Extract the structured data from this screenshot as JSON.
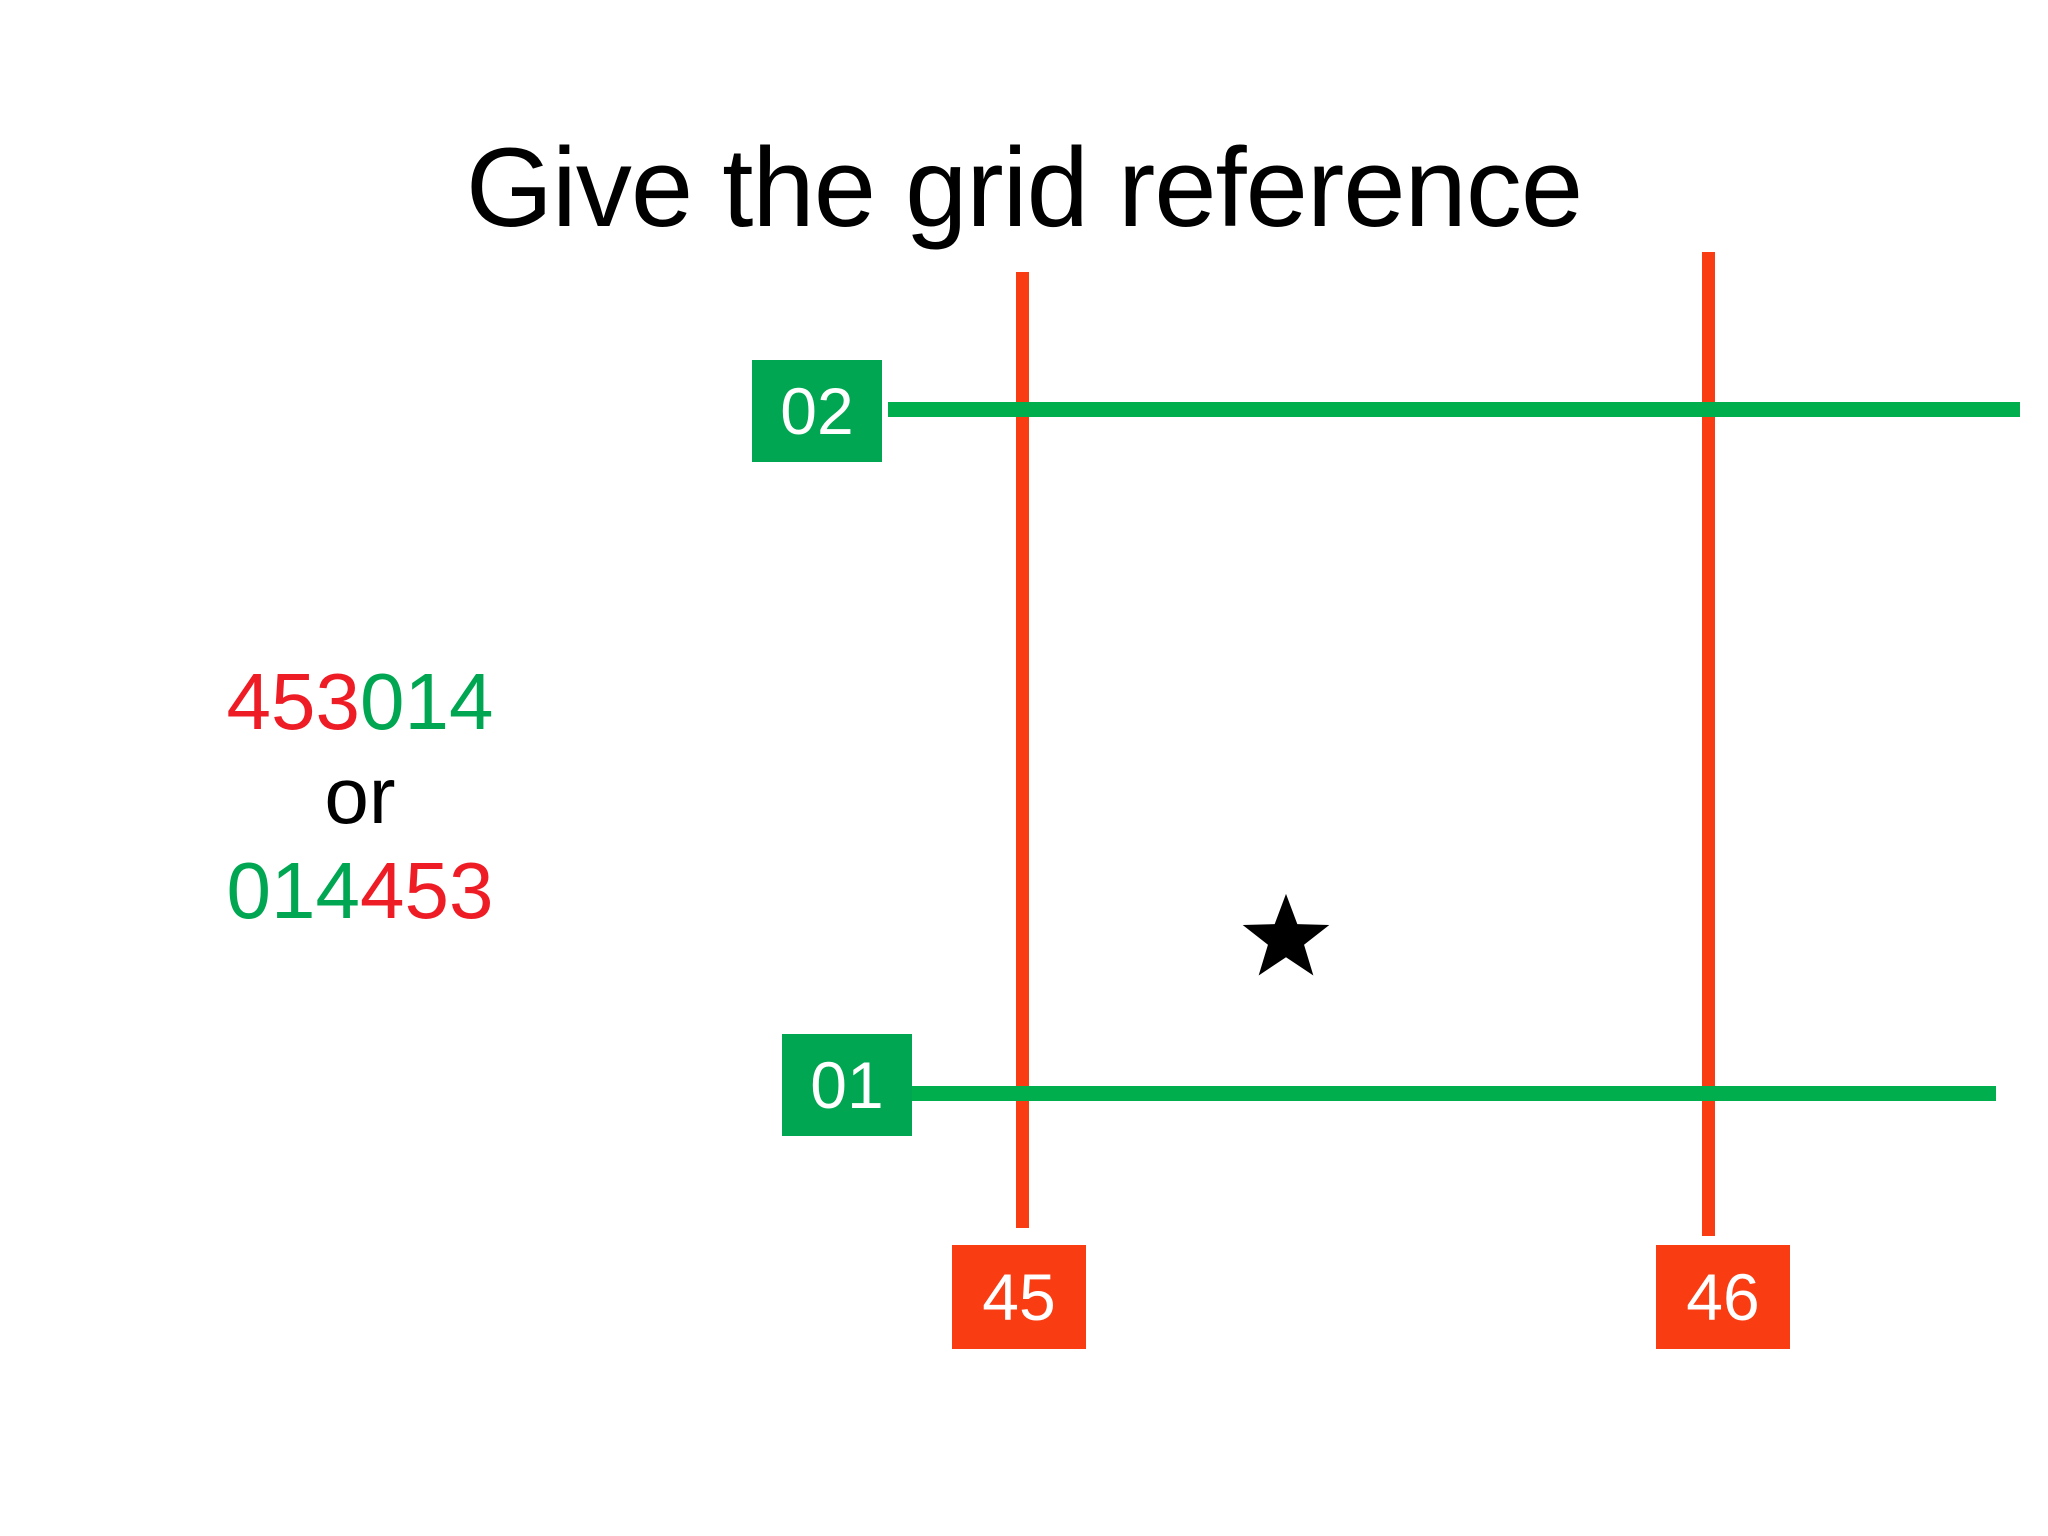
{
  "slide": {
    "background_color": "#ffffff",
    "title": "Give the grid reference"
  },
  "answer": {
    "line1": {
      "easting": "453",
      "northing": "014"
    },
    "connector": "or",
    "line2": {
      "northing": "014",
      "easting": "453"
    },
    "easting_color": "#EE1C25",
    "northing_color": "#00A651",
    "connector_color": "#000000"
  },
  "grid": {
    "northing_lines": [
      {
        "label": "02",
        "color": "#00A651"
      },
      {
        "label": "01",
        "color": "#00A651"
      }
    ],
    "easting_lines": [
      {
        "label": "45",
        "color": "#FA3C12"
      },
      {
        "label": "46",
        "color": "#FA3C12"
      }
    ],
    "line_colors": {
      "northing": "#00AE4E",
      "easting": "#FA3C12"
    }
  },
  "marker": {
    "icon": "star-icon",
    "color": "#000000",
    "grid_reference_easting": "453",
    "grid_reference_northing": "014"
  }
}
